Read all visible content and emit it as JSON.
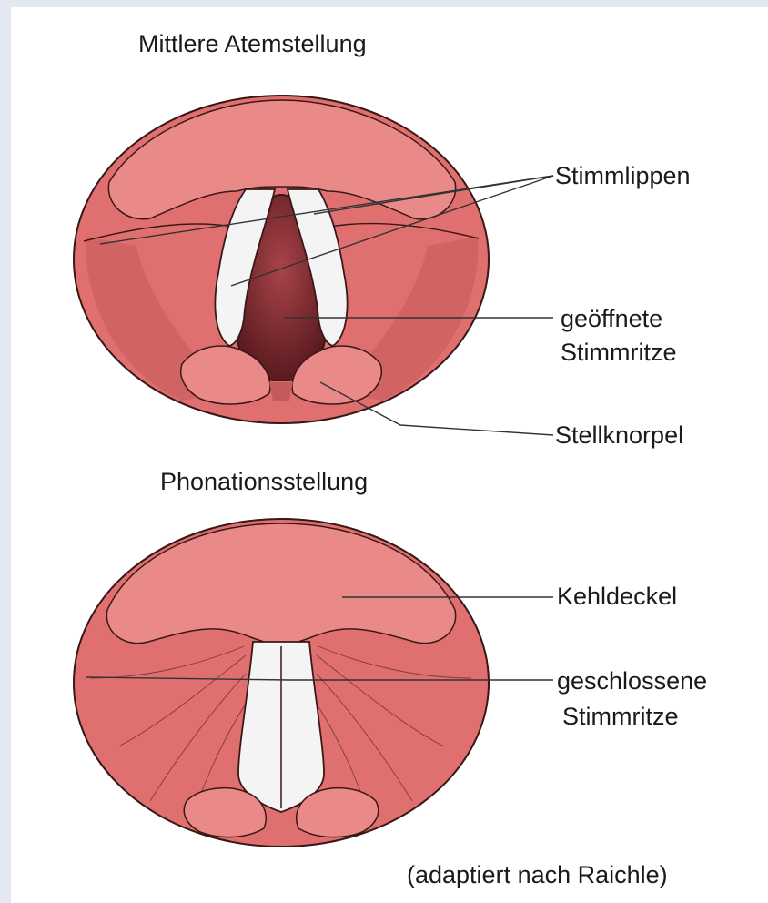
{
  "top_section": {
    "title": "Mittlere Atemstellung",
    "labels": {
      "vocal_folds": "Stimmlippen",
      "open_glottis_line1": "geöffnete",
      "open_glottis_line2": "Stimmritze",
      "arytenoid": "Stellknorpel"
    }
  },
  "bottom_section": {
    "title": "Phonationsstellung",
    "labels": {
      "epiglottis": "Kehldeckel",
      "closed_glottis_line1": "geschlossene",
      "closed_glottis_line2": "Stimmritze"
    }
  },
  "credit": "(adaptiert nach Raichle)",
  "colors": {
    "tissue": "#e0706f",
    "tissue_light": "#ea8a88",
    "tissue_dark": "#c55a5a",
    "fold": "#f4f4f4",
    "cavity": "#8a2a30",
    "outline": "#3a1818",
    "background": "#e4e8f2"
  }
}
